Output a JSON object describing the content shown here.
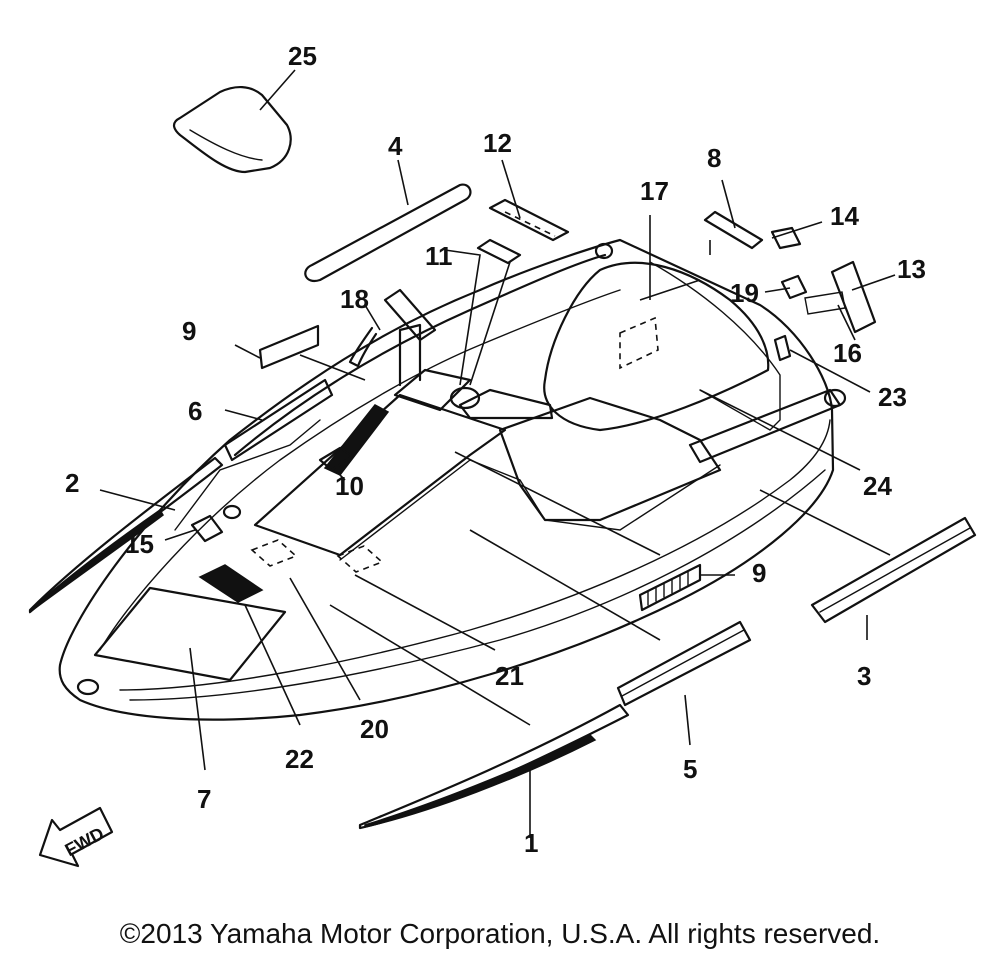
{
  "callouts": {
    "n1": "1",
    "n2": "2",
    "n3": "3",
    "n4": "4",
    "n5": "5",
    "n6": "6",
    "n7": "7",
    "n8": "8",
    "n9a": "9",
    "n9b": "9",
    "n10": "10",
    "n11": "11",
    "n12": "12",
    "n13": "13",
    "n14": "14",
    "n15": "15",
    "n16": "16",
    "n17": "17",
    "n18": "18",
    "n19": "19",
    "n20": "20",
    "n21": "21",
    "n22": "22",
    "n23": "23",
    "n24": "24",
    "n25": "25"
  },
  "fwd_label": "FWD",
  "copyright": "©2013 Yamaha Motor Corporation, U.S.A. All rights reserved."
}
